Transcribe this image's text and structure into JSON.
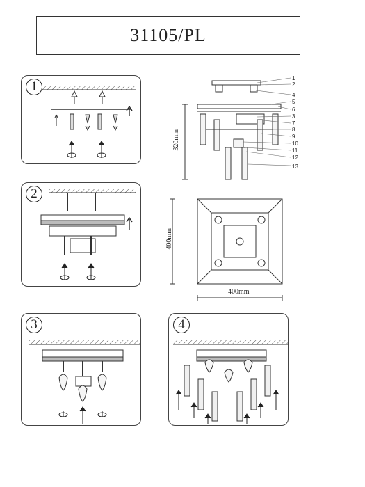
{
  "title": "31105/PL",
  "steps": [
    {
      "number": "1"
    },
    {
      "number": "2"
    },
    {
      "number": "3"
    },
    {
      "number": "4"
    }
  ],
  "dimensions": {
    "height": "320mm",
    "depth": "400mm",
    "width": "400mm"
  },
  "callouts": [
    "1",
    "2",
    "3",
    "4",
    "5",
    "6",
    "7",
    "8",
    "9",
    "10",
    "11",
    "12",
    "13"
  ]
}
